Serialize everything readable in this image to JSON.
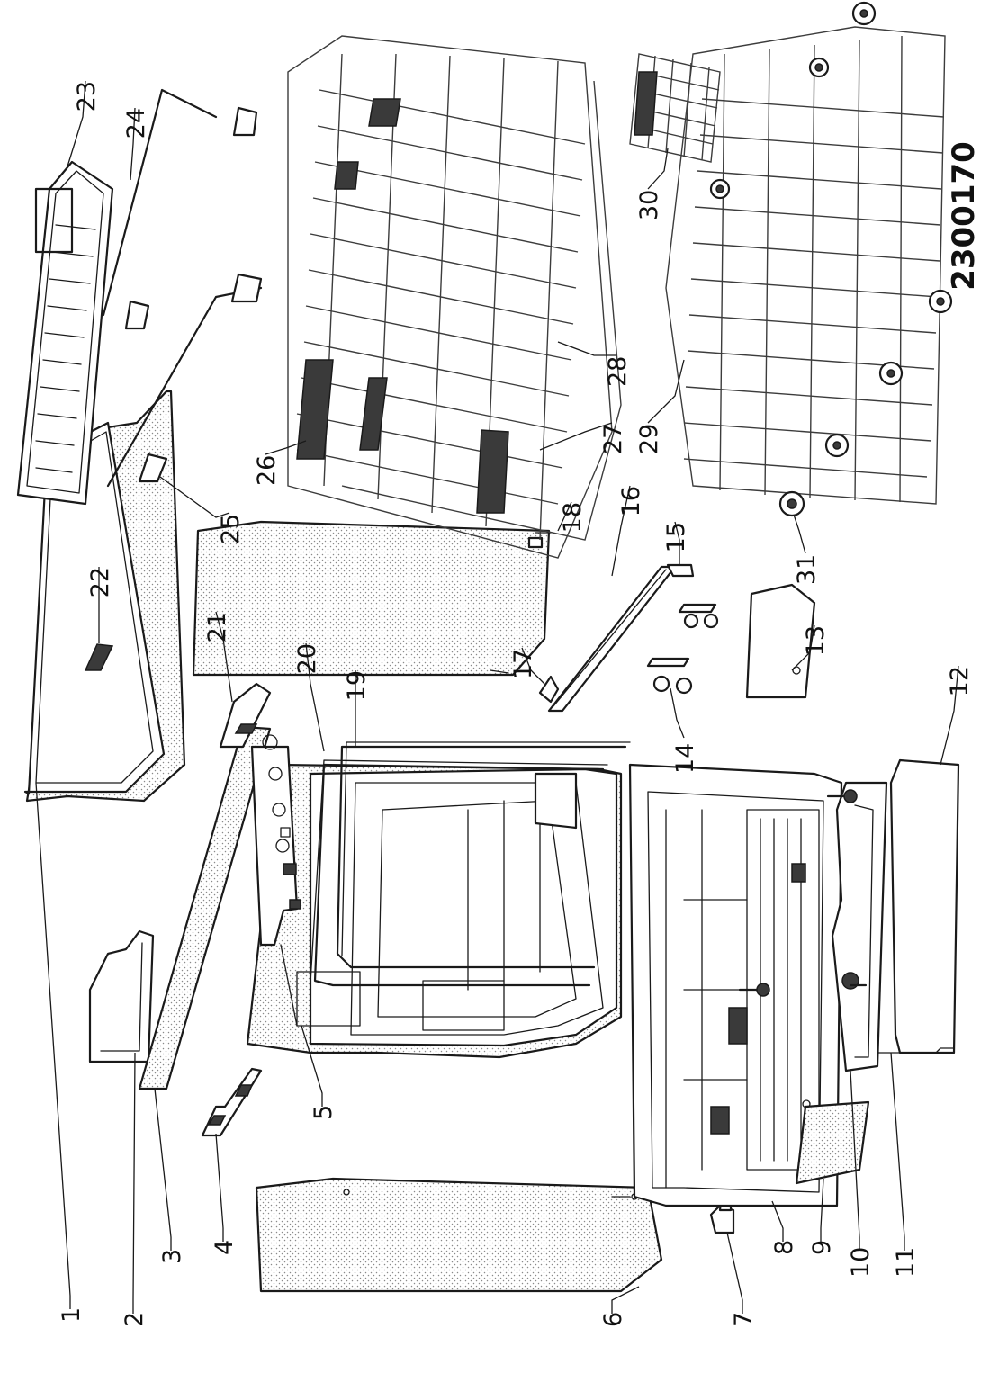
{
  "drawing_code": "2300170",
  "labels": [
    "1",
    "2",
    "3",
    "4",
    "5",
    "6",
    "7",
    "8",
    "9",
    "10",
    "11",
    "12",
    "13",
    "14",
    "15",
    "16",
    "17",
    "18",
    "19",
    "20",
    "21",
    "22",
    "23",
    "24",
    "25",
    "26",
    "27",
    "28",
    "29",
    "30",
    "31"
  ]
}
